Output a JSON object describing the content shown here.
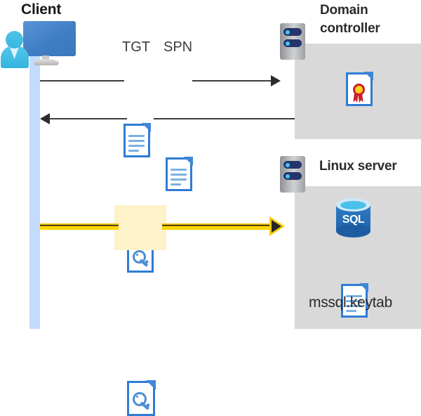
{
  "diagram": {
    "title_client": "Client",
    "title_domain_controller": "Domain\ncontroller",
    "title_domain_controller_line1": "Domain",
    "title_domain_controller_line2": "controller",
    "title_linux_server": "Linux server",
    "message_labels": {
      "tgt": "TGT",
      "spn": "SPN"
    },
    "linux_artifacts": {
      "database_label": "SQL",
      "keytab_filename": "mssql.keytab"
    },
    "icons": {
      "client": "user-workstation-icon",
      "server": "server-rack-icon",
      "tgt_doc": "document-icon",
      "spn_doc": "document-icon",
      "ticket_key_doc": "document-key-icon",
      "service_ticket_doc": "document-key-icon",
      "certificate": "certificate-document-icon",
      "database": "sql-database-icon",
      "keytab": "document-icon"
    },
    "flows": [
      {
        "id": "request-ticket",
        "direction": "client-to-domain-controller",
        "style": "black-arrow",
        "labels": [
          "TGT",
          "SPN"
        ]
      },
      {
        "id": "issue-service-ticket",
        "direction": "domain-controller-to-client",
        "style": "black-arrow",
        "labels": []
      },
      {
        "id": "present-service-ticket",
        "direction": "client-to-linux-server",
        "style": "yellow-highlight-arrow",
        "labels": []
      }
    ],
    "colors": {
      "panel_gray": "#d9d9d9",
      "lifeline_blue": "#c3dcfd",
      "doc_blue": "#2e7cd6",
      "highlight_yellow": "#fdf2c8",
      "arrow_yellow": "#f6cb0b",
      "arrow_black": "#2b2b2b",
      "sql_blue": "#1f63ab",
      "cert_red": "#cc1f28",
      "cert_gold": "#ffd21e",
      "server_navy": "#26356b",
      "led_cyan": "#44c8f5"
    }
  }
}
